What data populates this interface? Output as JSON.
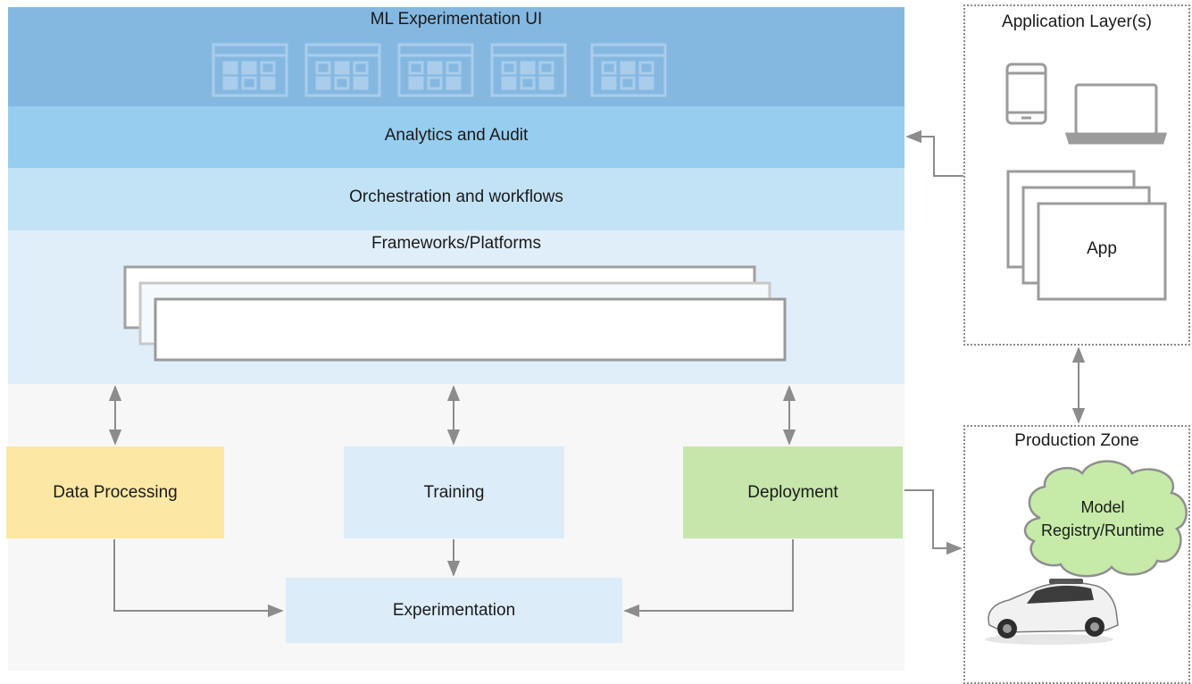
{
  "layers": {
    "ml_ui": "ML Experimentation UI",
    "analytics": "Analytics and Audit",
    "orchestration": "Orchestration and workflows",
    "frameworks": "Frameworks/Platforms"
  },
  "stages": {
    "data_processing": "Data Processing",
    "training": "Training",
    "deployment": "Deployment",
    "experimentation": "Experimentation"
  },
  "application_layer": {
    "title": "Application Layer(s)",
    "app_label": "App"
  },
  "production_zone": {
    "title": "Production Zone",
    "model_line1": "Model",
    "model_line2": "Registry/Runtime"
  },
  "colors": {
    "ml_ui": "#85b8e1",
    "analytics": "#97cdee",
    "orchestration": "#c2e3f6",
    "frameworks": "#e0eefa",
    "data_processing": "#fce7a4",
    "training": "#ddecf9",
    "deployment": "#c6e6ab",
    "cloud": "#c6eaa8"
  }
}
